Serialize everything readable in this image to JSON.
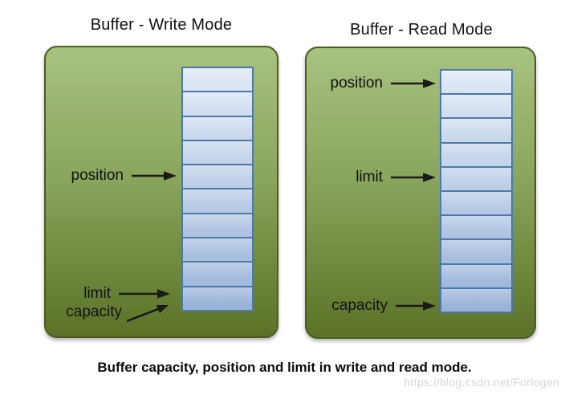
{
  "diagram": {
    "panels": [
      {
        "id": "write-mode",
        "title": "Buffer - Write Mode",
        "cell_count": 10,
        "labels": [
          {
            "text": "position",
            "row": 4
          },
          {
            "text": "limit",
            "row": 9
          },
          {
            "text": "capacity",
            "row": 9
          }
        ]
      },
      {
        "id": "read-mode",
        "title": "Buffer - Read Mode",
        "cell_count": 10,
        "labels": [
          {
            "text": "position",
            "row": 0
          },
          {
            "text": "limit",
            "row": 4
          },
          {
            "text": "capacity",
            "row": 9
          }
        ]
      }
    ],
    "caption": "Buffer capacity, position and limit in write and read mode.",
    "watermark": "https://blog.csdn.net/Forlogen",
    "colors": {
      "panel_gradient_top": "#a8c280",
      "panel_gradient_bottom": "#5b7227",
      "panel_border": "#4b5c20",
      "cell_gradient_top": "#dfe8f5",
      "cell_gradient_bottom": "#99b3d8",
      "cell_border": "#4b79ab",
      "arrow": "#1a1a1a",
      "watermark_text": "#d5d5d5"
    }
  }
}
